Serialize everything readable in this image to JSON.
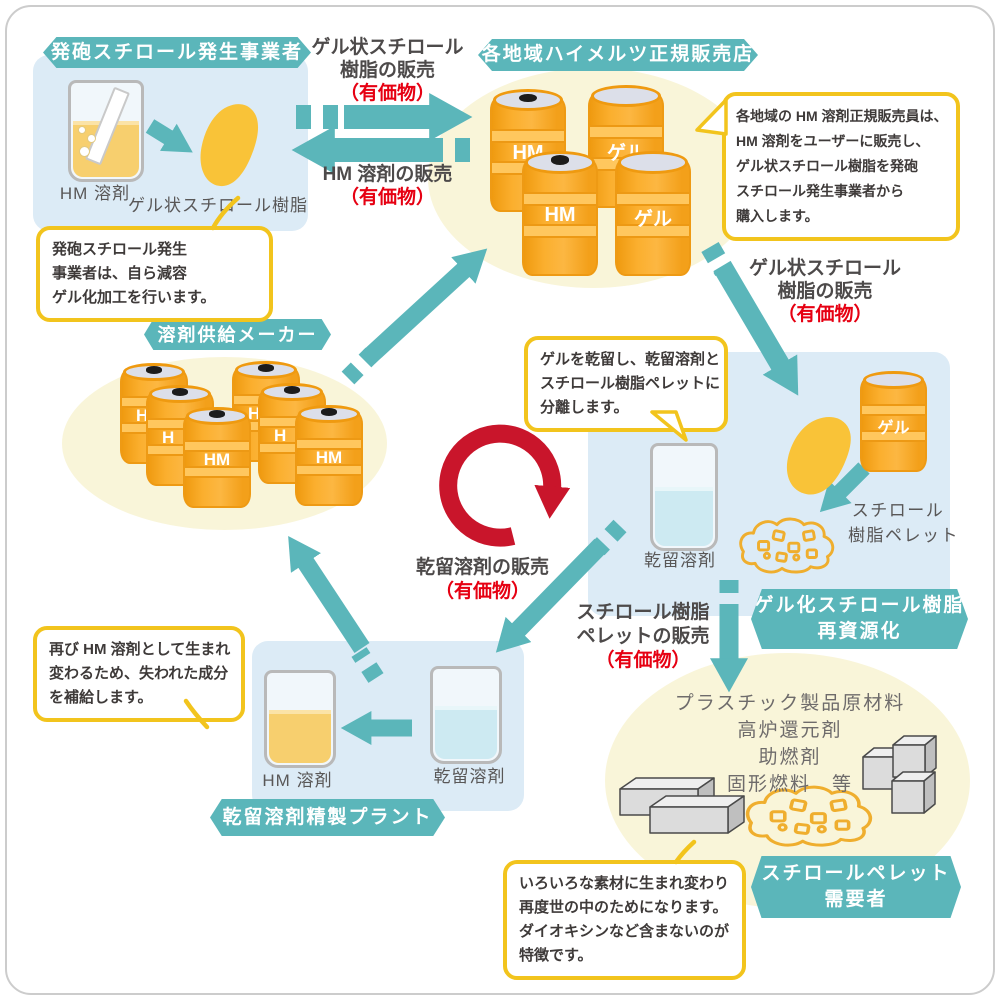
{
  "colors": {
    "teal": "#5bb6ba",
    "red_arrow": "#c9152b",
    "red_text": "#e60012",
    "drum_orange": "#f8ab24",
    "callout_gold": "#f2c41d",
    "light_blue_box": "#dcebf6",
    "cream_ellipse": "#f9f5d9"
  },
  "banners": {
    "generator": "発砲スチロール発生事業者",
    "dealer": "各地域ハイメルツ正規販売店",
    "supplier": "溶剤供給メーカー",
    "recycle": [
      "ゲル化スチロール樹脂",
      "再資源化"
    ],
    "plant": "乾留溶剤精製プラント",
    "consumer": [
      "スチロールペレット",
      "需要者"
    ]
  },
  "labels": {
    "valuable": "（有価物）",
    "gel_sale": [
      "ゲル状スチロール",
      "樹脂の販売"
    ],
    "hm_sale": "HM 溶剤の販売",
    "dry_sale": "乾留溶剤の販売",
    "pellet_sale": [
      "スチロール樹脂",
      "ペレットの販売"
    ],
    "pellet_item": [
      "スチロール",
      "樹脂ペレット"
    ]
  },
  "items": {
    "beaker": "HM 溶剤",
    "gel_blob": "ゲル状スチロール樹脂",
    "dry_glass": "乾留溶剤",
    "plant_hm_glass": "HM 溶剤",
    "plant_dry_glass": "乾留溶剤",
    "uses": [
      "プラスチック製品原材料",
      "高炉還元剤",
      "助燃剤",
      "固形燃料　等"
    ]
  },
  "callouts": {
    "generator": [
      "発砲スチロール発生",
      "事業者は、自ら減容",
      "ゲル化加工を行います。"
    ],
    "dealer": [
      "各地域の HM 溶剤正規販売員は、",
      "HM 溶剤をユーザーに販売し、",
      "ゲル状スチロール樹脂を発砲",
      "スチロール発生事業者から",
      "購入します。"
    ],
    "recycle": [
      "ゲルを乾留し、乾留溶剤と",
      "スチロール樹脂ペレットに",
      "分離します。"
    ],
    "plant": [
      "再び HM 溶剤として生まれ",
      "変わるため、失われた成分",
      "を補給します。"
    ],
    "consumer": [
      "いろいろな素材に生まれ変わり",
      "再度世の中のためになります。",
      "ダイオキシンなど含まないのが",
      "特徴です。"
    ]
  },
  "drums": {
    "dealer": [
      "HM",
      "ゲル",
      "HM",
      "ゲル"
    ],
    "supplier": [
      "H",
      "H",
      "HM",
      "H",
      "H",
      "HM"
    ],
    "gel": "ゲル"
  }
}
